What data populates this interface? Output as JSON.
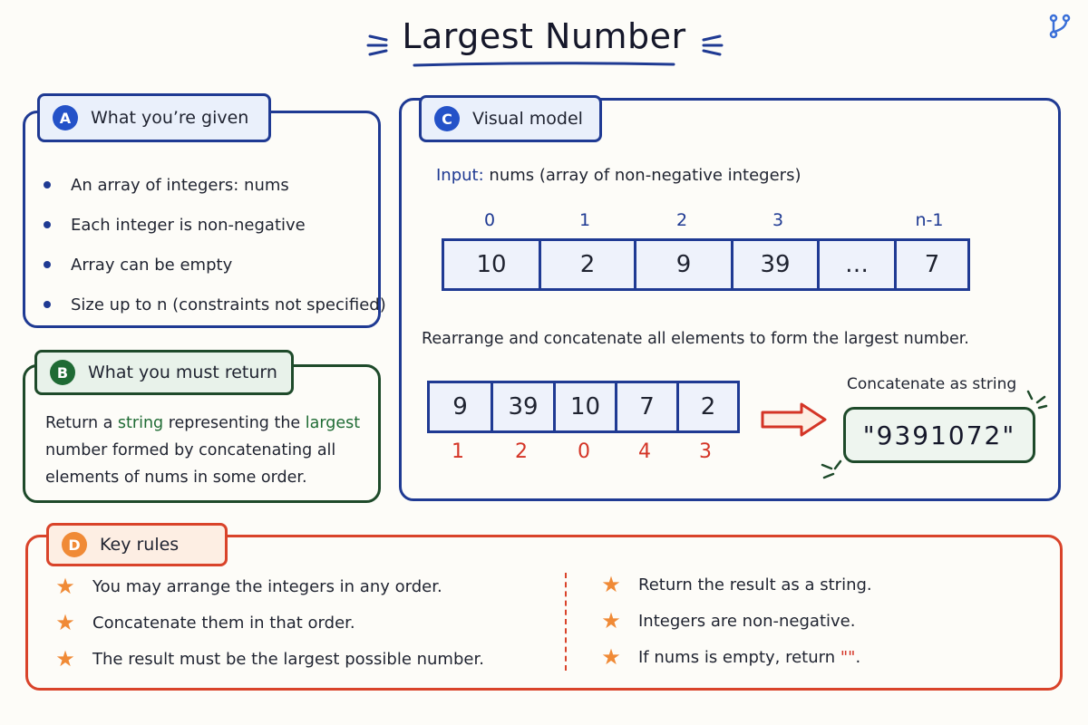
{
  "title": "Largest Number",
  "panel_a": {
    "letter": "A",
    "heading": "What you’re given",
    "items": [
      "An array of integers: nums",
      "Each integer is non-negative",
      "Array can be empty",
      "Size up to n (constraints not specified)"
    ]
  },
  "panel_b": {
    "letter": "B",
    "heading": "What you must return",
    "text_parts": [
      "Return a ",
      "string",
      " representing the ",
      "largest",
      " number formed by concatenating all elements of nums in some order."
    ]
  },
  "panel_c": {
    "letter": "C",
    "heading": "Visual model",
    "input_label": "Input:",
    "input_text": " nums (array of non-negative integers)",
    "indices": [
      "0",
      "1",
      "2",
      "3",
      "n-1"
    ],
    "cells": [
      "10",
      "2",
      "9",
      "39",
      "…",
      "7"
    ],
    "rearrange_text": "Rearrange and concatenate all elements to form the largest number.",
    "arranged_cells": [
      "9",
      "39",
      "10",
      "7",
      "2"
    ],
    "original_indices": [
      "1",
      "2",
      "0",
      "4",
      "3"
    ],
    "concat_label": "Concatenate as string",
    "result": "\"9391072\""
  },
  "panel_d": {
    "letter": "D",
    "heading": "Key rules",
    "left_rules": [
      "You may arrange the integers in any order.",
      "Concatenate them in that order.",
      "The result must be the largest possible number."
    ],
    "right_rules": [
      "Return the result as a string.",
      "Integers are non-negative.",
      "If nums is empty, return "
    ],
    "empty_string": "\"\"",
    "period": "."
  },
  "icons": {
    "corner": "branch-icon",
    "rule_marker": "star-icon",
    "arrow": "right-arrow-icon"
  },
  "colors": {
    "blue": "#1f3a93",
    "green": "#1e4a2a",
    "red": "#d9432a",
    "orange": "#f08a36"
  }
}
